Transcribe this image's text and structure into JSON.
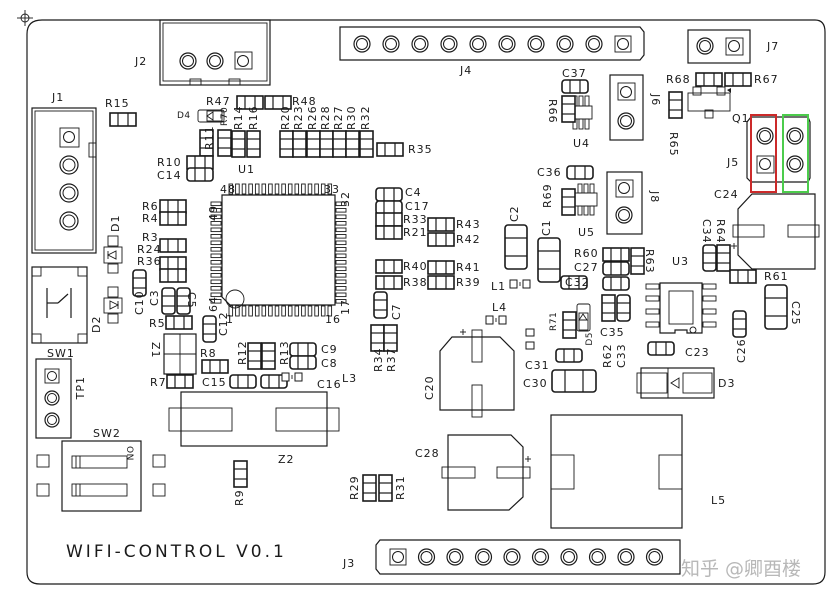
{
  "board": {
    "title": "WIFI-CONTROL V0.1",
    "watermark": "知乎 @卿酉楼",
    "highlight_colors": {
      "red": "#cc2a2a",
      "green": "#4ccc4c"
    }
  },
  "connectors": {
    "J1": "J1",
    "J2": "J2",
    "J3": "J3",
    "J4": "J4",
    "J5": "J5",
    "J6": "J6",
    "J7": "J7",
    "J8": "J8",
    "TP1": "TP1"
  },
  "switches": {
    "SW1": "SW1",
    "SW2": "SW2",
    "SW2_on": "ON"
  },
  "ics": {
    "U1": "U1",
    "U3": "U3",
    "U4": "U4",
    "U5": "U5",
    "Q1": "Q1",
    "Z1": "Z1",
    "Z2": "Z2",
    "U1_pins": {
      "p1": "1",
      "p16": "16",
      "p17": "17",
      "p32": "32",
      "p33": "33",
      "p48": "48",
      "p49": "49",
      "p64": "64"
    }
  },
  "diodes": {
    "D1": "D1",
    "D2": "D2",
    "D3": "D3",
    "D4": "D4",
    "D5": "D5"
  },
  "inductors": {
    "L1": "L1",
    "L3": "L3",
    "L4": "L4",
    "L5": "L5"
  },
  "capacitors": {
    "C1": "C1",
    "C2": "C2",
    "C3": "C3",
    "C4": "C4",
    "C5": "C5",
    "C7": "C7",
    "C8": "C8",
    "C9": "C9",
    "C10": "C10",
    "C12": "C12",
    "C14": "C14",
    "C15": "C15",
    "C16": "C16",
    "C17": "C17",
    "C20": "C20",
    "C23": "C23",
    "C24": "C24",
    "C25": "C25",
    "C26": "C26",
    "C27": "C27",
    "C28": "C28",
    "C30": "C30",
    "C31": "C31",
    "C32": "C32",
    "C33": "C33",
    "C34": "C34",
    "C35": "C35",
    "C36": "C36",
    "C37": "C37"
  },
  "resistors": {
    "R3": "R3",
    "R4": "R4",
    "R5": "R5",
    "R6": "R6",
    "R7": "R7",
    "R8": "R8",
    "R9": "R9",
    "R10": "R10",
    "R11": "R11",
    "R12": "R12",
    "R13": "R13",
    "R14": "R14",
    "R15": "R15",
    "R16": "R16",
    "R20": "R20",
    "R21": "R21",
    "R23": "R23",
    "R24": "R24",
    "R26": "R26",
    "R27": "R27",
    "R28": "R28",
    "R29": "R29",
    "R30": "R30",
    "R31": "R31",
    "R32": "R32",
    "R33": "R33",
    "R34": "R34",
    "R35": "R35",
    "R36": "R36",
    "R37": "R37",
    "R38": "R38",
    "R39": "R39",
    "R40": "R40",
    "R41": "R41",
    "R42": "R42",
    "R43": "R43",
    "R47": "R47",
    "R48": "R48",
    "R60": "R60",
    "R61": "R61",
    "R62": "R62",
    "R63": "R63",
    "R64": "R64",
    "R65": "R65",
    "R66": "R66",
    "R67": "R67",
    "R68": "R68",
    "R69": "R69",
    "R70": "R70",
    "R71": "R71"
  }
}
